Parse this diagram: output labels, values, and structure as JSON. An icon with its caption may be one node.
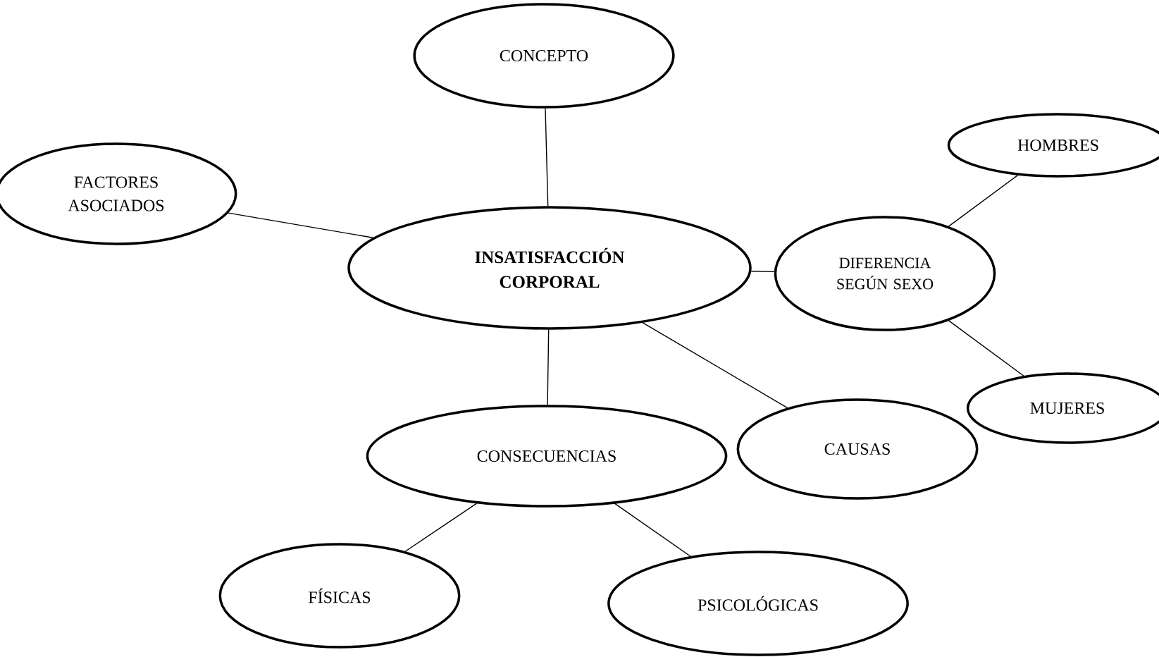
{
  "diagram": {
    "nodes": [
      {
        "text": [
          "CONCEPTO"
        ]
      },
      {
        "text": [
          "FACTORES ASOCIADOS"
        ]
      },
      {
        "text": [
          "HOMBRES"
        ]
      },
      {
        "text": [
          "INSATISFACCIÓN CORPORAL"
        ]
      },
      {
        "text": [
          "DIFERENCIA SEGÚN SEXO"
        ]
      },
      {
        "text": [
          "MUJERES"
        ]
      },
      {
        "text": [
          "CONSECUENCIAS"
        ]
      },
      {
        "text": [
          "CAUSAS"
        ]
      },
      {
        "text": [
          "FÍSICAS"
        ]
      },
      {
        "text": [
          "PSICOLÓGICAS"
        ]
      }
    ],
    "edges": [
      {
        "from": 3,
        "to": 0,
        "arrow": "none"
      },
      {
        "from": 3,
        "to": 1,
        "arrow": "none"
      },
      {
        "from": 3,
        "to": 4,
        "arrow": "none"
      },
      {
        "from": 4,
        "to": 2,
        "arrow": "none"
      },
      {
        "from": 4,
        "to": 5,
        "arrow": "none"
      },
      {
        "from": 3,
        "to": 6,
        "arrow": "none"
      },
      {
        "from": 3,
        "to": 7,
        "arrow": "none"
      },
      {
        "from": 6,
        "to": 8,
        "arrow": "none"
      },
      {
        "from": 6,
        "to": 9,
        "arrow": "none"
      }
    ]
  }
}
